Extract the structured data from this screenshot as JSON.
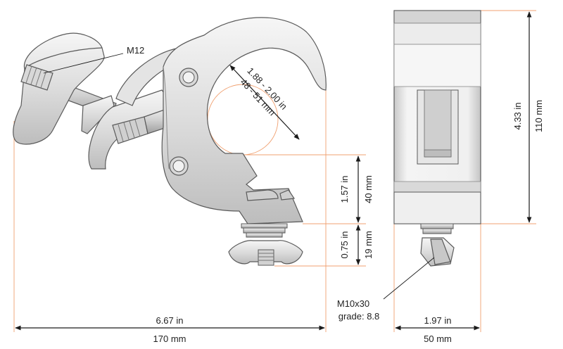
{
  "labels": {
    "thread_main": "M12",
    "pipe_in": "1.88 - 2.00 in",
    "pipe_mm": "48 - 51 mm",
    "height_in": "1.57 in",
    "height_mm": "40 mm",
    "bolt_in": "0.75 in",
    "bolt_mm": "19 mm",
    "bolt_spec": "M10x30",
    "bolt_grade": "grade: 8.8",
    "length_in": "6.67 in",
    "length_mm": "170 mm",
    "width_in": "1.97 in",
    "width_mm": "50 mm",
    "total_in": "4.33 in",
    "total_mm": "110 mm"
  },
  "colors": {
    "metal_light": "#eeeeee",
    "metal_mid": "#d6d6d6",
    "metal_dark": "#a9a9a9",
    "outline": "#5a5a5a",
    "guide": "#f0a070",
    "dimension": "#1a1a1a"
  }
}
